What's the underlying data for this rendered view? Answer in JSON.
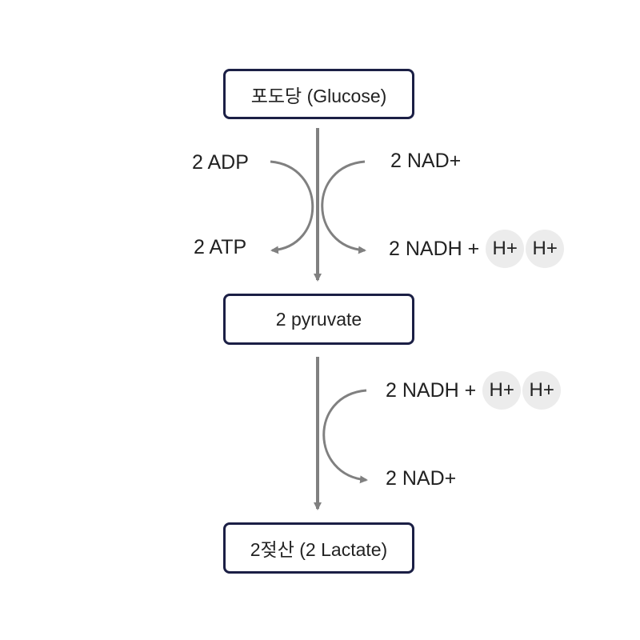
{
  "boxes": {
    "glucose": "포도당 (Glucose)",
    "pyruvate": "2 pyruvate",
    "lactate": "2젖산 (2 Lactate)"
  },
  "step1": {
    "adp": "2 ADP",
    "atp": "2 ATP",
    "nad_in": "2 NAD+",
    "nadh_out": "2 NADH +",
    "h1": "H+",
    "h2": "H+"
  },
  "step2": {
    "nadh_in": "2 NADH +",
    "h1": "H+",
    "h2": "H+",
    "nad_out": "2 NAD+"
  },
  "colors": {
    "box_border": "#1b1f45",
    "arrow": "#808080",
    "h_circle": "#ececec"
  }
}
